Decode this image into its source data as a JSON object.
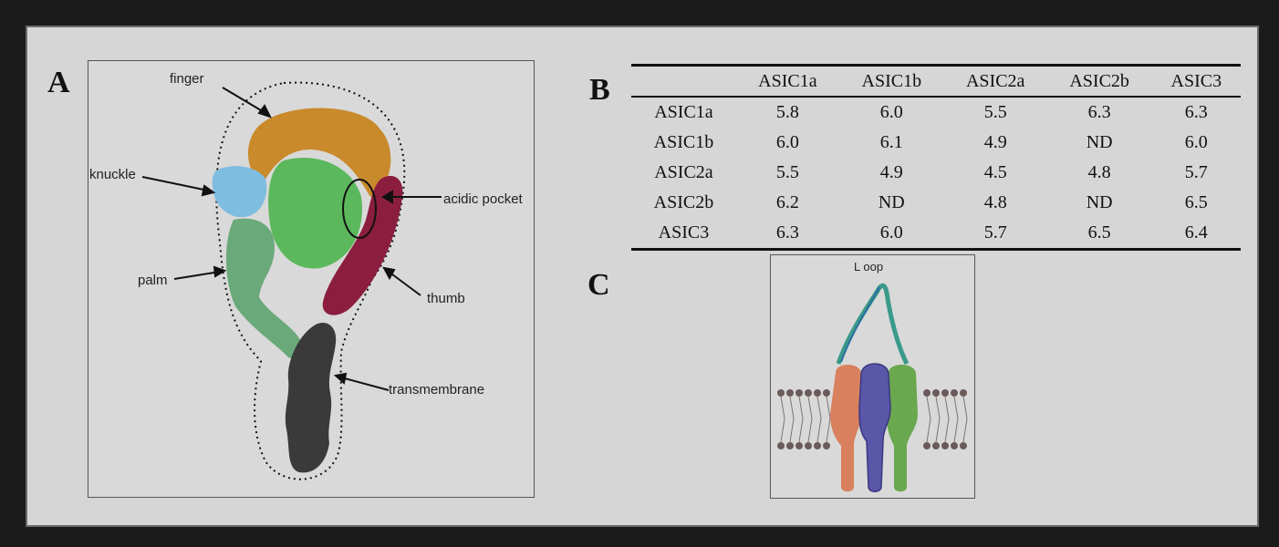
{
  "figure": {
    "panel_a": {
      "letter": "A",
      "labels": {
        "finger": "finger",
        "knuckle": "knuckle",
        "acidic_pocket": "acidic pocket",
        "palm": "palm",
        "thumb": "thumb",
        "transmembrane": "transmembrane"
      },
      "colors": {
        "finger": "#c98a2c",
        "knuckle": "#7fbde0",
        "core": "#5cb85c",
        "palm": "#6aa97a",
        "thumb": "#8b1e3f",
        "transmembrane": "#3a3a3a"
      }
    },
    "panel_b": {
      "letter": "B",
      "columns": [
        "",
        "ASIC1a",
        "ASIC1b",
        "ASIC2a",
        "ASIC2b",
        "ASIC3"
      ],
      "rows": [
        [
          "ASIC1a",
          "5.8",
          "6.0",
          "5.5",
          "6.3",
          "6.3"
        ],
        [
          "ASIC1b",
          "6.0",
          "6.1",
          "4.9",
          "ND",
          "6.0"
        ],
        [
          "ASIC2a",
          "5.5",
          "4.9",
          "4.5",
          "4.8",
          "5.7"
        ],
        [
          "ASIC2b",
          "6.2",
          "ND",
          "4.8",
          "ND",
          "6.5"
        ],
        [
          "ASIC3",
          "6.3",
          "6.0",
          "5.7",
          "6.5",
          "6.4"
        ]
      ]
    },
    "panel_c": {
      "letter": "C",
      "loop_label": "L oop",
      "colors": {
        "subunit1": "#d9805f",
        "subunit2": "#5a56a8",
        "subunit3": "#6aa84f",
        "loop": "#3a9a8a"
      }
    }
  }
}
